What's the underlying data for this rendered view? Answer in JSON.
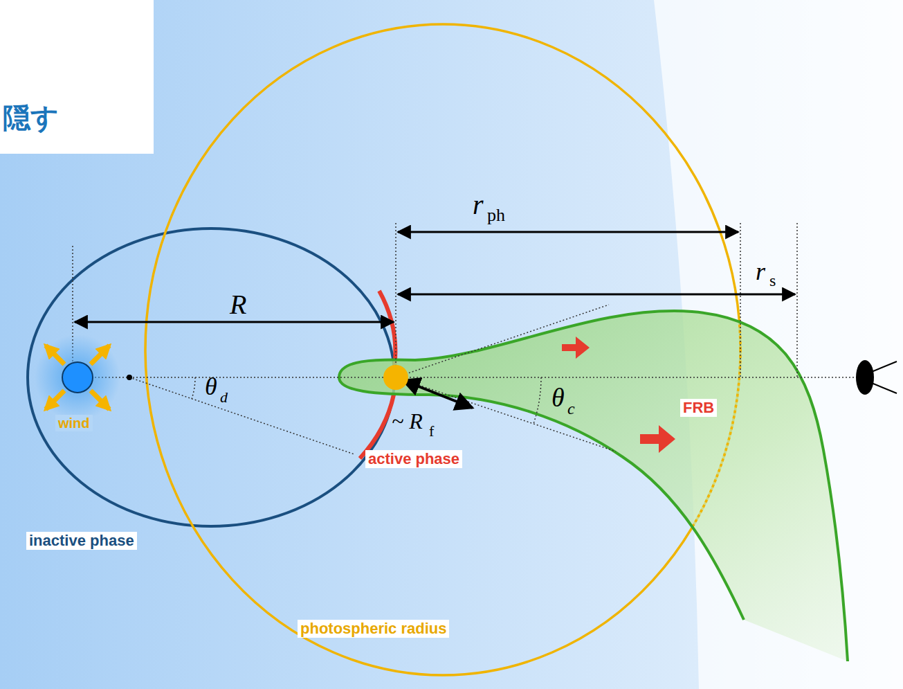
{
  "diagram": {
    "labels": [
      "隠す",
      "wind",
      "inactive phase",
      "active phase",
      "photospheric radius",
      "FRB",
      "R",
      "r",
      "ph",
      "r",
      "s",
      "θ",
      "d",
      "θ",
      "c",
      "~ R",
      "f"
    ]
  }
}
